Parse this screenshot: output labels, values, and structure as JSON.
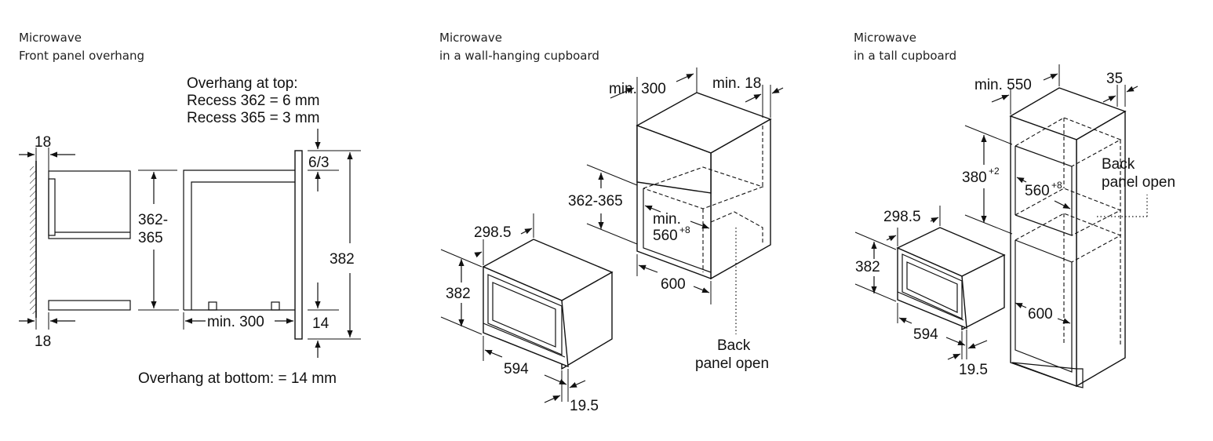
{
  "panels": [
    {
      "caption_line1": "Microwave",
      "caption_line2": "Front panel overhang",
      "labels": {
        "overhang_top_title": "Overhang at top:",
        "recess_362": "Recess 362 = 6 mm",
        "recess_365": "Recess 365 = 3 mm",
        "dim_18_top": "18",
        "dim_18_bottom": "18",
        "dim_362": "362-",
        "dim_365": "365",
        "dim_6_3": "6/3",
        "dim_382": "382",
        "dim_14": "14",
        "dim_min300": "min. 300",
        "overhang_bottom": "Overhang at bottom: = 14 mm"
      }
    },
    {
      "caption_line1": "Microwave",
      "caption_line2": "in a wall-hanging cupboard",
      "labels": {
        "dim_min300": "min. 300",
        "dim_min18": "min. 18",
        "dim_362_365": "362-365",
        "dim_min": "min.",
        "dim_560": "560",
        "dim_560_sup": "+8",
        "dim_298_5": "298.5",
        "dim_382": "382",
        "dim_600": "600",
        "dim_594": "594",
        "dim_19_5": "19.5",
        "back_line1": "Back",
        "back_line2": "panel open"
      }
    },
    {
      "caption_line1": "Microwave",
      "caption_line2": "in a tall cupboard",
      "labels": {
        "dim_min550": "min. 550",
        "dim_35": "35",
        "dim_380": "380",
        "dim_380_sup": "+2",
        "dim_560": "560",
        "dim_560_sup": "+8",
        "back_line1": "Back",
        "back_line2": "panel open",
        "dim_298_5": "298.5",
        "dim_382": "382",
        "dim_600": "600",
        "dim_594": "594",
        "dim_19_5": "19.5"
      }
    }
  ]
}
